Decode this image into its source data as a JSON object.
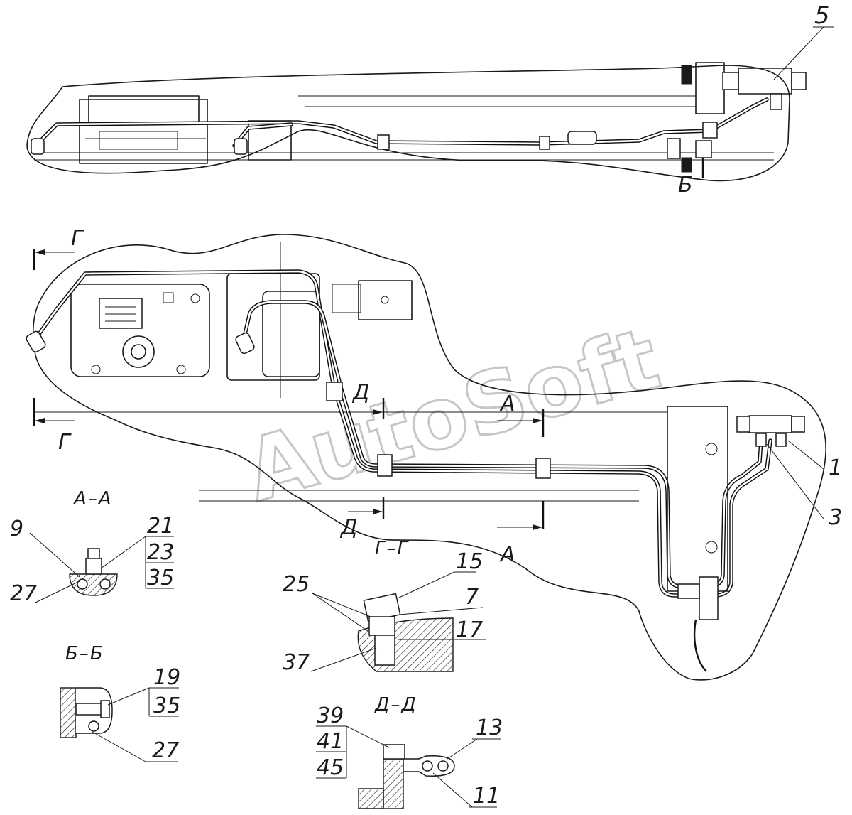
{
  "watermark": "AutoSoft",
  "callouts": {
    "top_5": "5",
    "top_b": "Б",
    "main_1": "1",
    "main_3": "3",
    "aa_9": "9",
    "aa_21": "21",
    "aa_23": "23",
    "aa_35": "35",
    "aa_27": "27",
    "gg_15": "15",
    "gg_25": "25",
    "gg_7": "7",
    "gg_17": "17",
    "gg_37": "37",
    "bb_19": "19",
    "bb_35": "35",
    "bb_27": "27",
    "dd_39": "39",
    "dd_41": "41",
    "dd_45": "45",
    "dd_13": "13",
    "dd_11": "11"
  },
  "section_marks": {
    "g_top": "Г",
    "g_bottom": "Г",
    "d_top": "Д",
    "d_bottom": "Д",
    "a_top": "А",
    "a_bottom": "А"
  },
  "section_titles": {
    "aa": "А–А",
    "gg": "Г–Г",
    "bb": "Б–Б",
    "dd": "Д–Д"
  }
}
